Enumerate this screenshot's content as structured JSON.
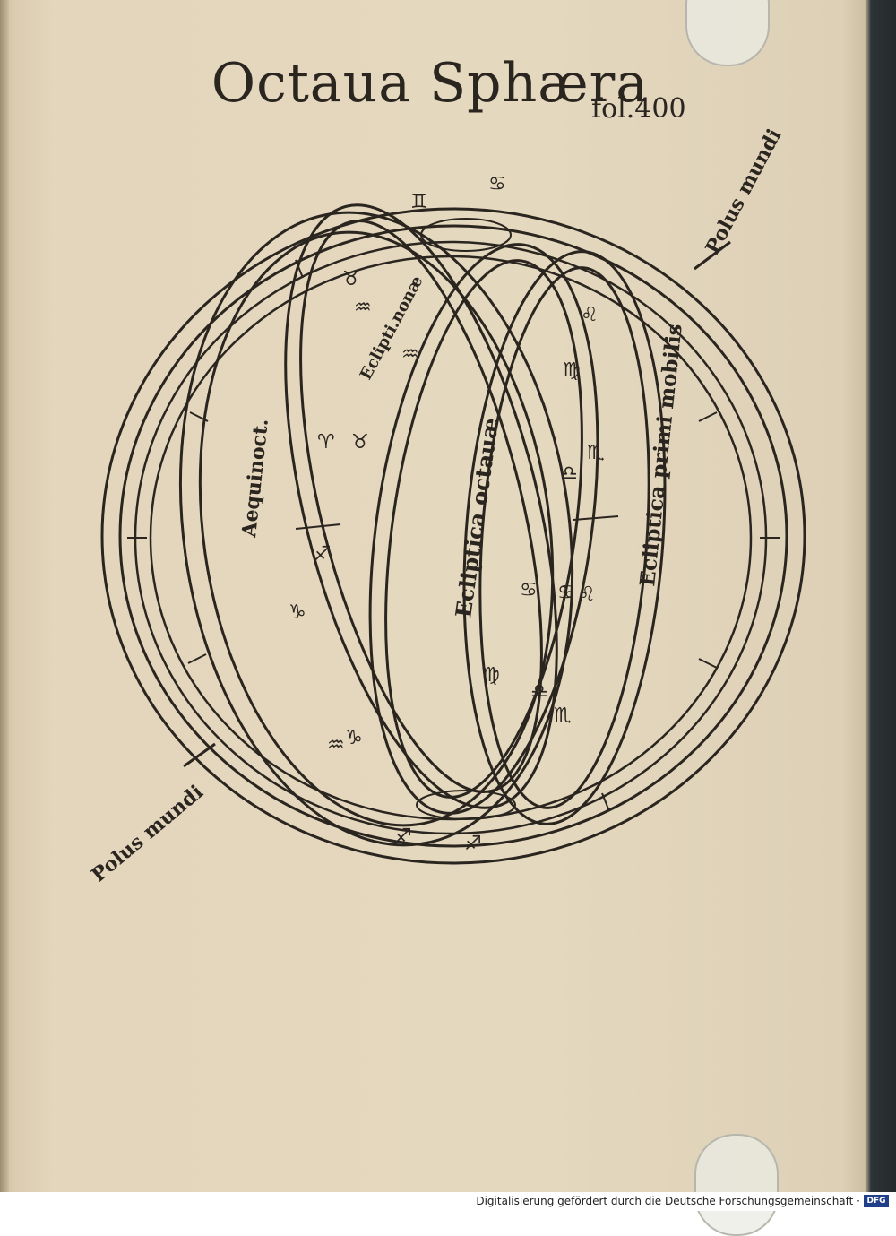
{
  "title": "Octaua Sphæra",
  "folio": "fol.400",
  "labels": {
    "polus_top": "Polus mundi",
    "polus_bottom": "Polus mundi",
    "aequinoct": "Aequinoct.",
    "ecliptica_nonae": "Eclipti.nonæ",
    "ecliptica_octauae": "Ecliptica octauæ",
    "ecliptica_primi": "Ecliptica primi mobilis"
  },
  "zodiac_signs": [
    "♊",
    "♋",
    "♉",
    "♒",
    "♒",
    "♈",
    "♉",
    "♐",
    "♌",
    "♍",
    "♎",
    "♏",
    "♑",
    "♑",
    "♒",
    "♐",
    "♋",
    "♋",
    "♌",
    "♍",
    "♏",
    "♎",
    "♐"
  ],
  "footer": {
    "text": "Digitalisierung gefördert durch die Deutsche Forschungsgemeinschaft ·",
    "logo": "DFG"
  },
  "colors": {
    "ink": "#2b2520",
    "paper": "#e4d8bf"
  }
}
